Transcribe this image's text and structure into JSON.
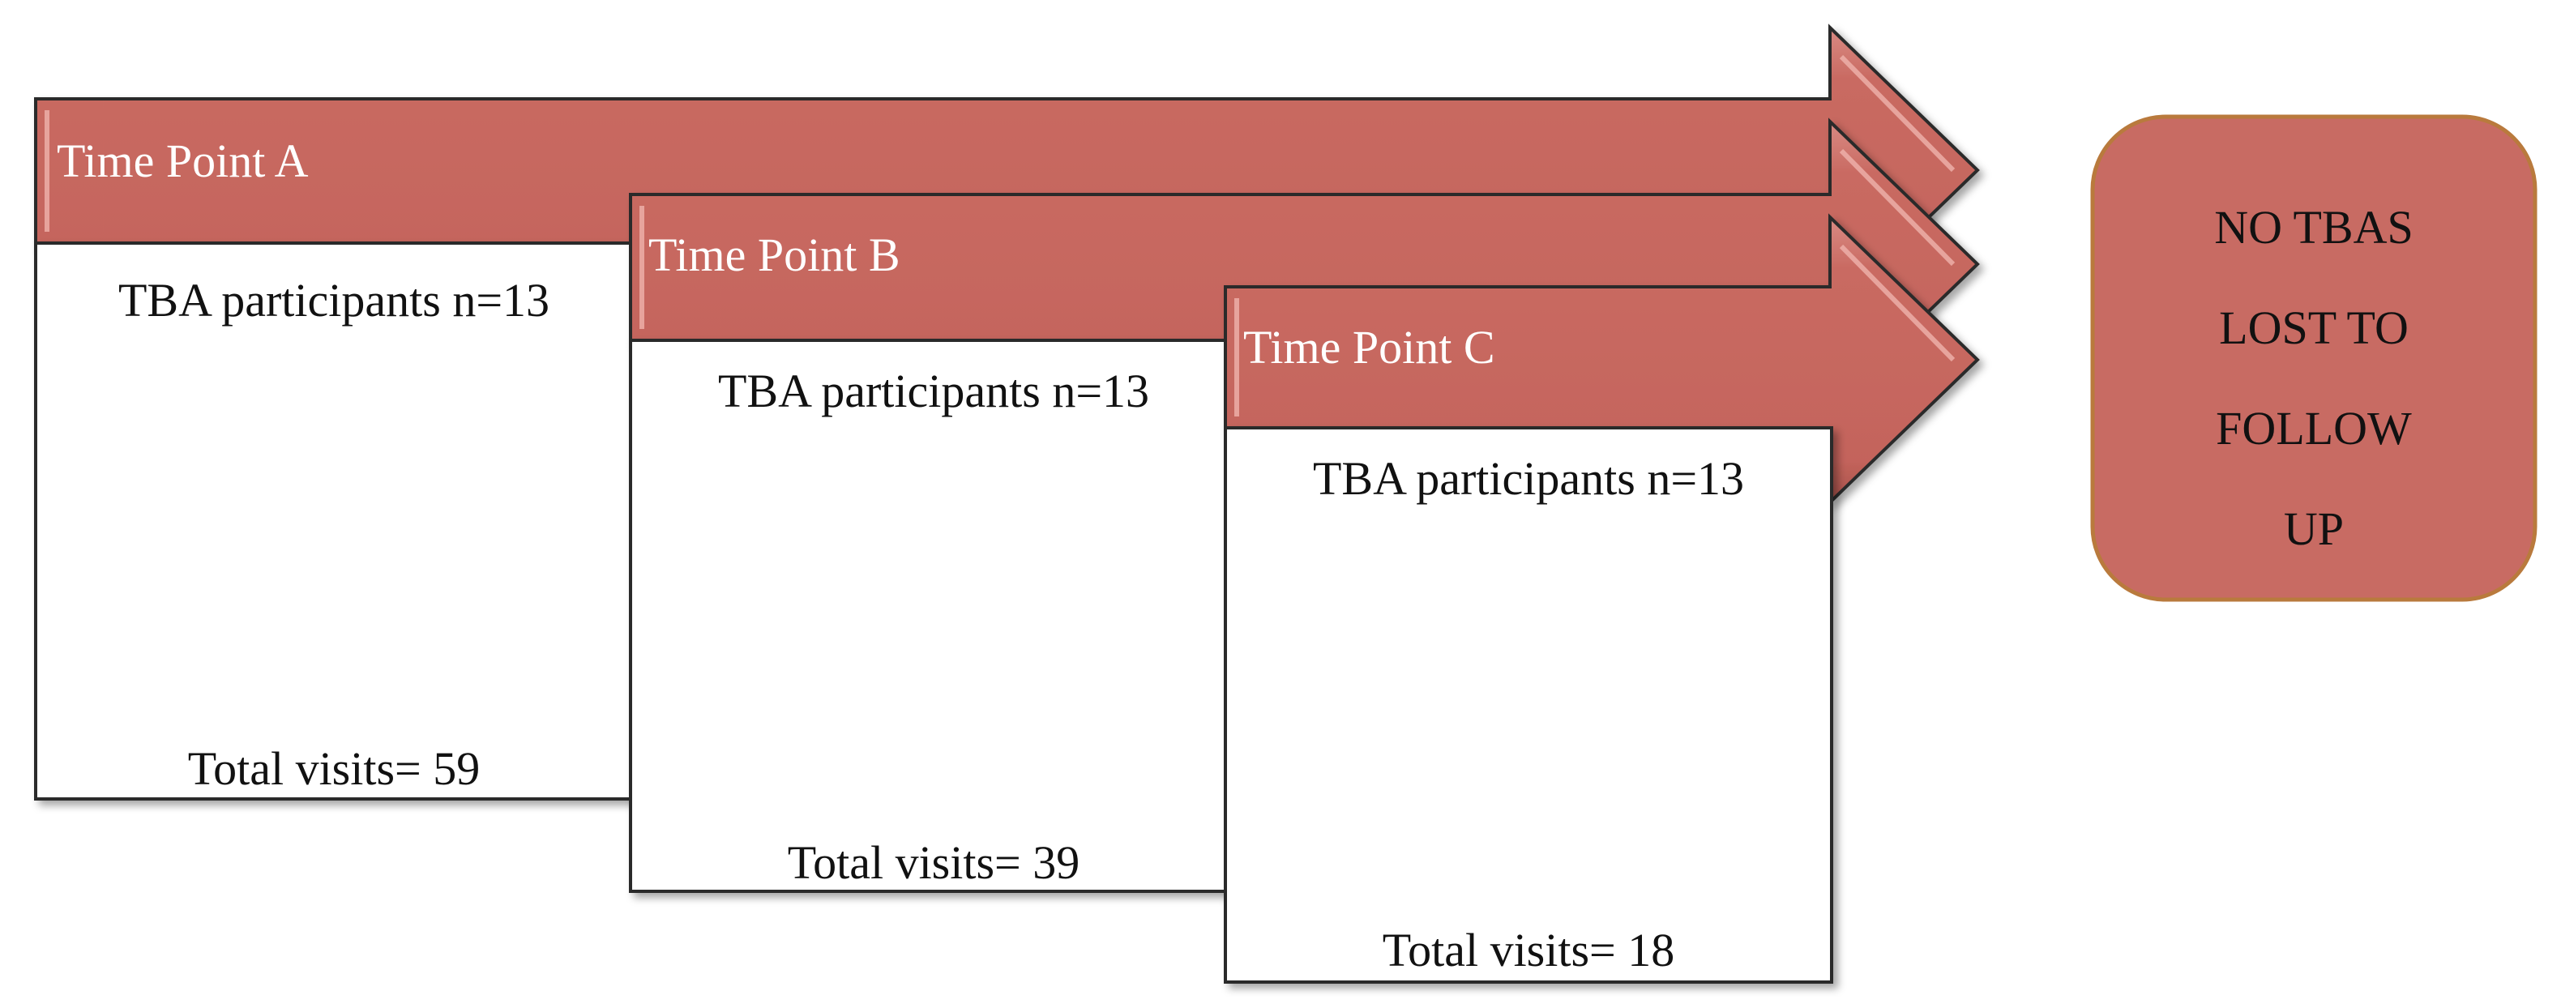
{
  "stages": [
    {
      "title": "Time Point A",
      "participants": "TBA participants n=13",
      "visits": "Total visits= 59"
    },
    {
      "title": "Time Point B",
      "participants": "TBA participants n=13",
      "visits": "Total visits= 39"
    },
    {
      "title": "Time Point C",
      "participants": "TBA participants n=13",
      "visits": "Total visits= 18"
    }
  ],
  "note": {
    "lines": [
      "NO TBAS",
      "LOST TO",
      "FOLLOW",
      "UP"
    ]
  },
  "colors": {
    "arrow_fill": "#c96a62",
    "arrow_highlight": "#e8a59f",
    "arrow_shadow": "#9e4a44",
    "outline": "#2b2b2b",
    "note_fill": "#c86b63",
    "note_border": "#b97a3d"
  }
}
